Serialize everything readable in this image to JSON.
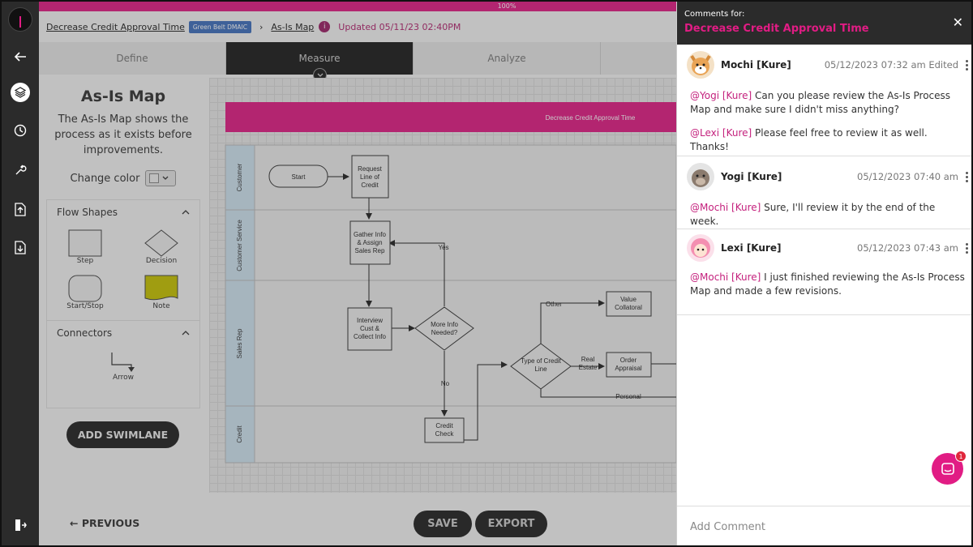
{
  "app": {
    "progress_label": "100%",
    "colors": {
      "accent": "#e11c84",
      "rail": "#2b2b2b",
      "badge": "#3f6fbd"
    },
    "rail_icons": [
      "back-arrow-icon",
      "layers-icon",
      "clock-icon",
      "wrench-icon",
      "upload-icon",
      "download-icon",
      "logout-icon"
    ]
  },
  "breadcrumb": {
    "project": "Decrease Credit Approval Time",
    "badge": "Green Belt DMAIC",
    "page": "As-Is Map",
    "info": "i",
    "updated": "Updated 05/11/23 02:40PM"
  },
  "tabs": [
    {
      "label": "Define",
      "active": false
    },
    {
      "label": "Measure",
      "active": true
    },
    {
      "label": "Analyze",
      "active": false
    }
  ],
  "panel": {
    "title": "As-Is Map",
    "description": "The As-Is Map shows the process as it exists before improvements.",
    "change_color": "Change color",
    "flow_shapes": {
      "header": "Flow Shapes",
      "items": [
        "Step",
        "Decision",
        "Start/Stop",
        "Note"
      ]
    },
    "connectors": {
      "header": "Connectors",
      "items": [
        "Arrow"
      ]
    },
    "add_swimlane": "ADD SWIMLANE"
  },
  "diagram": {
    "title": "Decrease Credit Approval Time",
    "lanes": [
      "Customer",
      "Customer Service",
      "Sales Rep",
      "Credit"
    ],
    "nodes": {
      "start": "Start",
      "request": [
        "Request",
        "Line of",
        "Credit"
      ],
      "gather": [
        "Gather Info",
        "& Assign",
        "Sales Rep"
      ],
      "interview": [
        "Interview",
        "Cust &",
        "Collect Info"
      ],
      "more_info": [
        "More Info",
        "Needed?"
      ],
      "credit_check": [
        "Credit",
        "Check"
      ],
      "type_credit": [
        "Type of Credit",
        "Line"
      ],
      "value_collateral": [
        "Value",
        "Collatoral"
      ],
      "order_appraisal": [
        "Order",
        "Appraisal"
      ]
    },
    "edge_labels": {
      "yes": "Yes",
      "no": "No",
      "other": "Other",
      "real_estate": [
        "Real",
        "Estate"
      ],
      "personal": "Personal"
    }
  },
  "footer": {
    "previous": "PREVIOUS",
    "save": "SAVE",
    "export": "EXPORT"
  },
  "comments_panel": {
    "for_label": "Comments for:",
    "title": "Decrease Credit Approval Time",
    "close": "✕",
    "comments": [
      {
        "author": "Mochi [Kure]",
        "meta": "05/12/2023 07:32 am Edited",
        "paragraphs": [
          {
            "mention": "@Yogi [Kure]",
            "text": "  Can you please review the As-Is Process Map and make sure I didn't miss anything?"
          },
          {
            "mention": "@Lexi [Kure]",
            "text": " Please feel free to review it as well. Thanks!"
          }
        ]
      },
      {
        "author": "Yogi [Kure]",
        "meta": "05/12/2023 07:40 am",
        "paragraphs": [
          {
            "mention": "@Mochi [Kure]",
            "text": " Sure, I'll review it by the end of the week."
          }
        ]
      },
      {
        "author": "Lexi [Kure]",
        "meta": "05/12/2023 07:43 am",
        "paragraphs": [
          {
            "mention": "@Mochi [Kure]",
            "text": " I just finished reviewing the As-Is Process Map and made a few revisions."
          }
        ]
      }
    ],
    "add_comment_placeholder": "Add Comment",
    "chat_badge": "1"
  }
}
